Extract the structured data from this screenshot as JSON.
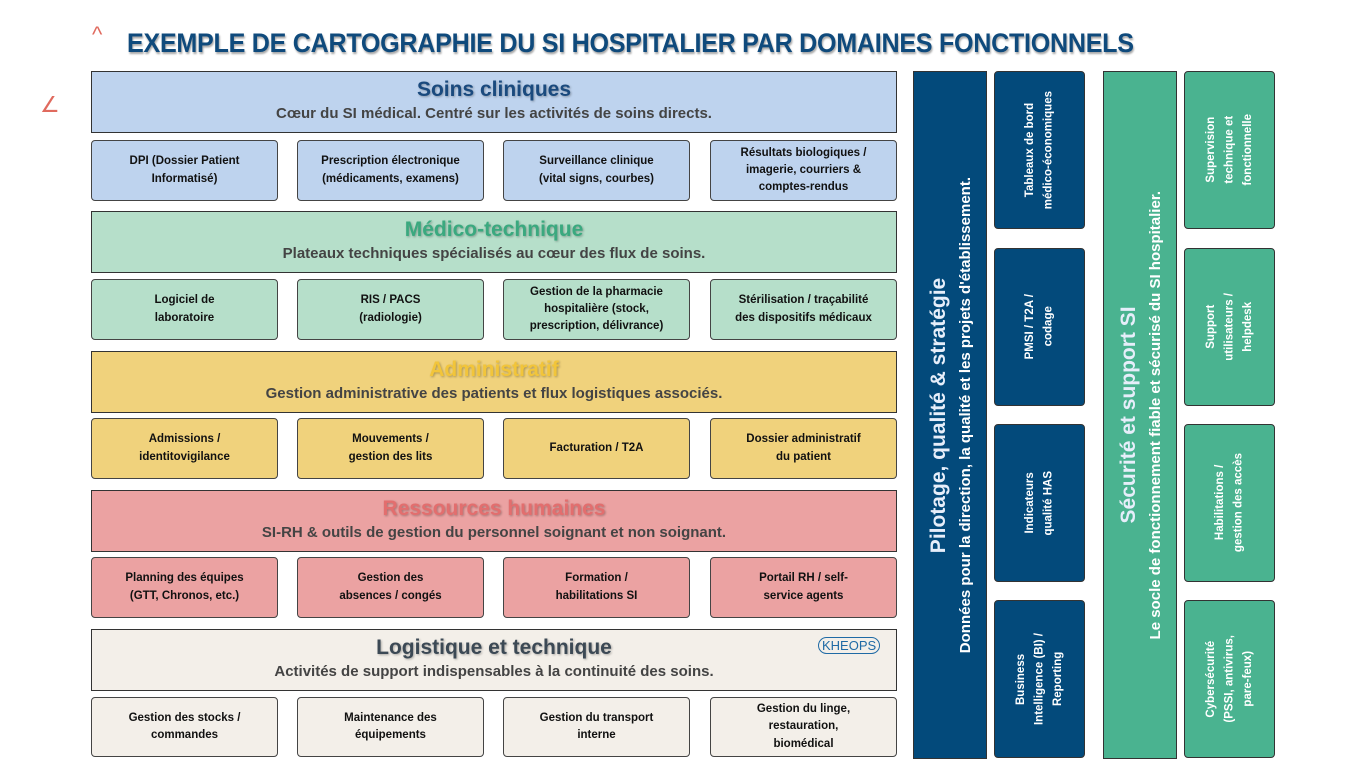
{
  "title": "EXEMPLE DE CARTOGRAPHIE DU SI HOSPITALIER PAR DOMAINES FONCTIONNELS",
  "colors": {
    "navy": "#034a7b",
    "green": "#4ab390"
  },
  "bands": [
    {
      "title": "Soins cliniques",
      "subtitle": "Cœur du SI médical. Centré sur les activités de soins directs.",
      "bg": "#bed3ee",
      "title_color": "#1a4a7e",
      "cards": [
        "DPI (Dossier Patient\nInformatisé)",
        "Prescription électronique\n(médicaments, examens)",
        "Surveillance clinique\n(vital signs, courbes)",
        "Résultats biologiques /\nimagerie, courriers &\ncomptes-rendus"
      ]
    },
    {
      "title": "Médico-technique",
      "subtitle": "Plateaux techniques spécialisés au cœur des flux de soins.",
      "bg": "#b6dfca",
      "title_color": "#3aa97f",
      "cards": [
        "Logiciel de\nlaboratoire",
        "RIS / PACS\n(radiologie)",
        "Gestion de la pharmacie\nhospitalière (stock,\nprescription, délivrance)",
        "Stérilisation / traçabilité\ndes dispositifs médicaux"
      ]
    },
    {
      "title": "Administratif",
      "subtitle": "Gestion administrative des patients et flux logistiques associés.",
      "bg": "#f0d27c",
      "title_color": "#f2c53a",
      "cards": [
        "Admissions /\nidentitovigilance",
        "Mouvements /\ngestion des lits",
        "Facturation / T2A",
        "Dossier administratif\ndu patient"
      ]
    },
    {
      "title": "Ressources humaines",
      "subtitle": "SI-RH & outils de gestion du personnel soignant et non soignant.",
      "bg": "#eba2a2",
      "title_color": "#e36e6e",
      "cards": [
        "Planning des équipes\n(GTT, Chronos, etc.)",
        "Gestion des\nabsences / congés",
        "Formation /\nhabilitations SI",
        "Portail RH / self-\nservice agents"
      ]
    },
    {
      "title": "Logistique et technique",
      "subtitle": "Activités de support indispensables à la continuité des soins.",
      "bg": "#f3efe9",
      "title_color": "#3c4955",
      "cards": [
        "Gestion des stocks /\ncommandes",
        "Maintenance des\néquipements",
        "Gestion du transport\ninterne",
        "Gestion du linge,\nrestauration,\nbiomédical"
      ]
    }
  ],
  "pilotage": {
    "title": "Pilotage, qualité & stratégie",
    "subtitle": "Données pour la direction, la qualité et les projets d'établissement.",
    "cards": [
      "Tableaux de bord\nmédico-économiques",
      "PMSI / T2A /\ncodage",
      "Indicateurs\nqualité HAS",
      "Business\nIntelligence (BI) /\nReporting"
    ]
  },
  "securite": {
    "title": "Sécurité et support SI",
    "subtitle": "Le socle de fonctionnement fiable et sécurisé du SI hospitalier.",
    "cards": [
      "Supervision\ntechnique et\nfonctionnelle",
      "Support\nutilisateurs /\nhelpdesk",
      "Habilitations /\ngestion des accès",
      "Cybersécurité\n(PSSI, antivirus,\npare-feux)"
    ]
  },
  "logo": "KHEOPS"
}
